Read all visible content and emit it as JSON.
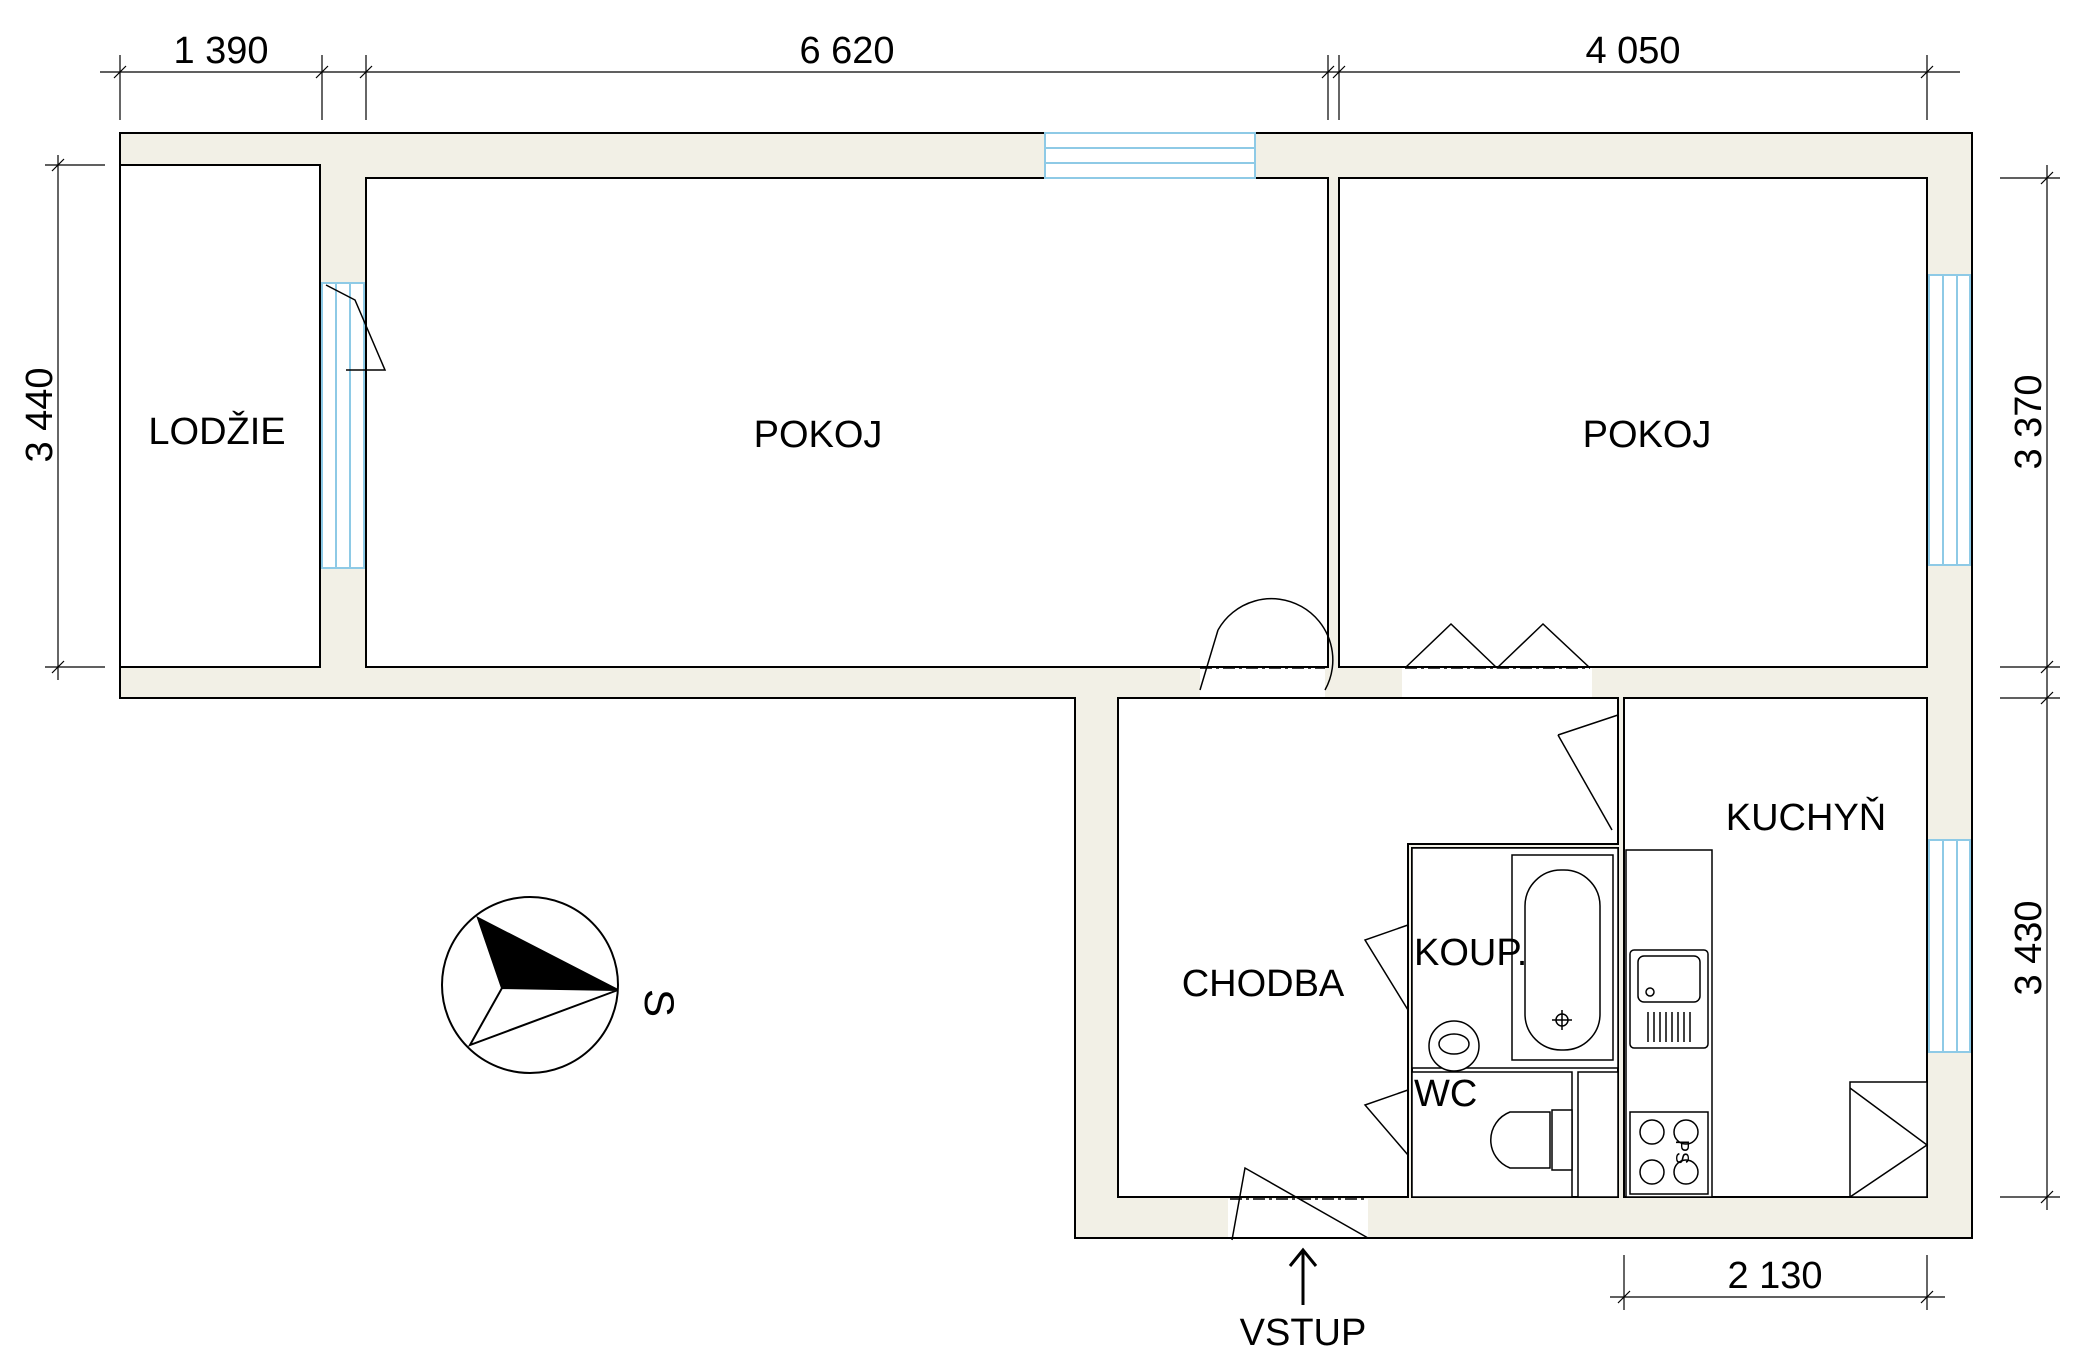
{
  "rooms": {
    "lodzie": "LODŽIE",
    "pokoj1": "POKOJ",
    "pokoj2": "POKOJ",
    "chodba": "CHODBA",
    "kuchyn": "KUCHYŇ",
    "koupelna": "KOUP.",
    "wc": "WC"
  },
  "dimensions": {
    "top_lodzie": "1 390",
    "top_pokoj1": "6 620",
    "top_pokoj2": "4 050",
    "left_height": "3 440",
    "right_upper": "3 370",
    "right_lower": "3 430",
    "bottom_kitchen": "2 130"
  },
  "entrance": "VSTUP",
  "compass_letter": "S",
  "stove_label": "PS",
  "colors": {
    "wall": "#f2f0e6",
    "window": "#8ecae6",
    "line": "#000000"
  }
}
